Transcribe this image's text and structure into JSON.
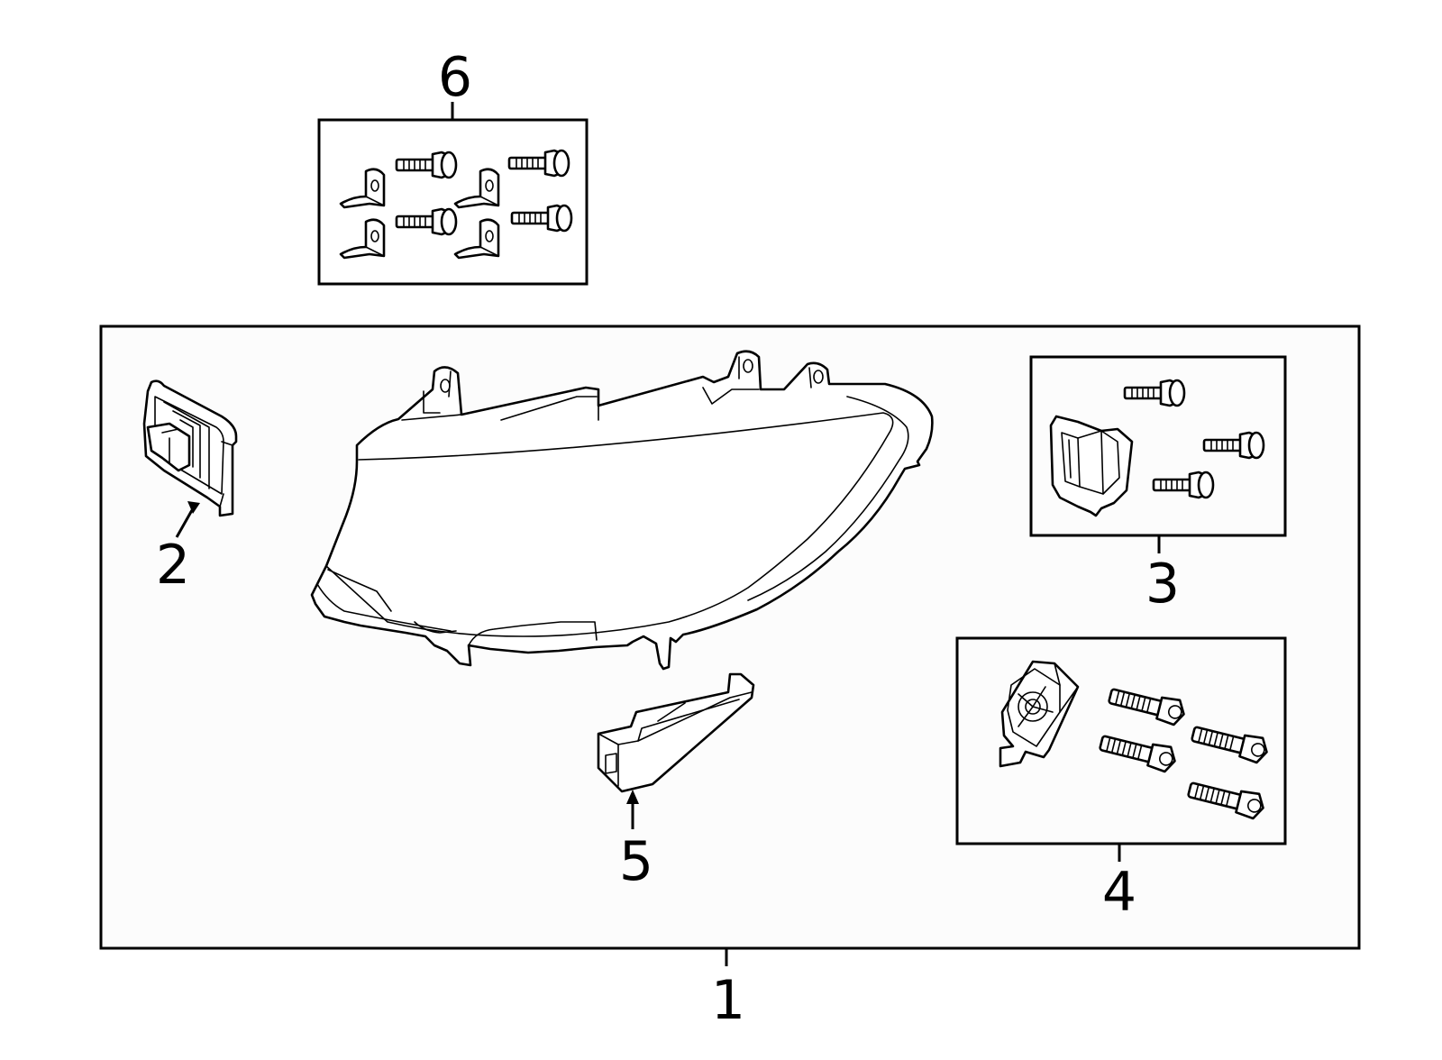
{
  "callouts": {
    "c1": "1",
    "c2": "2",
    "c3": "3",
    "c4": "4",
    "c5": "5",
    "c6": "6"
  },
  "colors": {
    "line": "#000000",
    "background": "#ffffff",
    "panel": "#fcfcfc"
  }
}
